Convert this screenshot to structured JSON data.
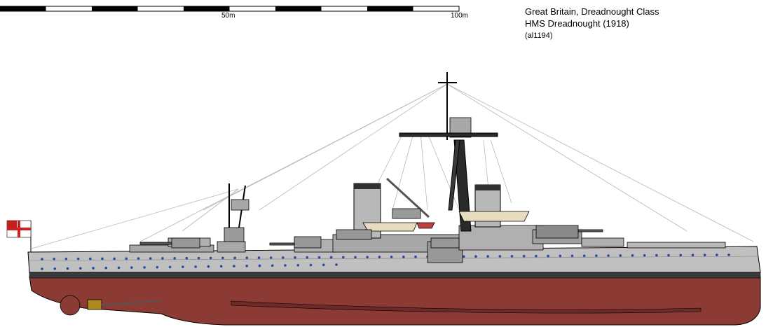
{
  "header": {
    "class_line": "Great Britain, Dreadnought Class",
    "ship_line": "HMS Dreadnought (1918)",
    "artist_tag": "(al1194)"
  },
  "scale_bar": {
    "label_mid": "50m",
    "label_end": "100m"
  },
  "colors": {
    "hull_grey": "#c0c0c0",
    "antifouling_red": "#8b3a34",
    "boot_topping": "#3a3a3a",
    "superstructure_grey": "#a8a8a8",
    "dark_grey": "#707070",
    "boat_canvas": "#e8dcc0",
    "porthole_blue": "#2a4aa0",
    "ensign_red": "#d02020"
  },
  "icons": {
    "flag": "white-ensign-icon"
  }
}
